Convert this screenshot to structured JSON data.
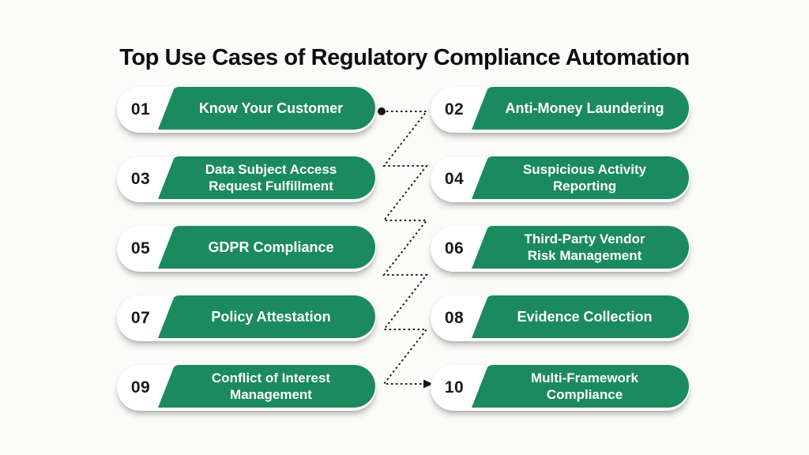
{
  "title": "Top Use Cases of Regulatory Compliance Automation",
  "colors": {
    "green": "#1b8a5f",
    "background": "#fbfbf9",
    "pill_text": "#ffffff",
    "number_text": "#191919",
    "connector": "#1e1e1e"
  },
  "connector": {
    "style": "dotted-zigzag",
    "start_marker": "dot",
    "end_marker": "arrow"
  },
  "items": [
    {
      "number": "01",
      "lines": [
        "Know Your Customer"
      ]
    },
    {
      "number": "02",
      "lines": [
        "Anti-Money Laundering"
      ]
    },
    {
      "number": "03",
      "lines": [
        "Data Subject Access",
        "Request Fulfillment"
      ]
    },
    {
      "number": "04",
      "lines": [
        "Suspicious Activity",
        "Reporting"
      ]
    },
    {
      "number": "05",
      "lines": [
        "GDPR Compliance"
      ]
    },
    {
      "number": "06",
      "lines": [
        "Third-Party Vendor",
        "Risk Management"
      ]
    },
    {
      "number": "07",
      "lines": [
        "Policy Attestation"
      ]
    },
    {
      "number": "08",
      "lines": [
        "Evidence Collection"
      ]
    },
    {
      "number": "09",
      "lines": [
        "Conflict of Interest",
        "Management"
      ]
    },
    {
      "number": "10",
      "lines": [
        "Multi-Framework",
        "Compliance"
      ]
    }
  ]
}
